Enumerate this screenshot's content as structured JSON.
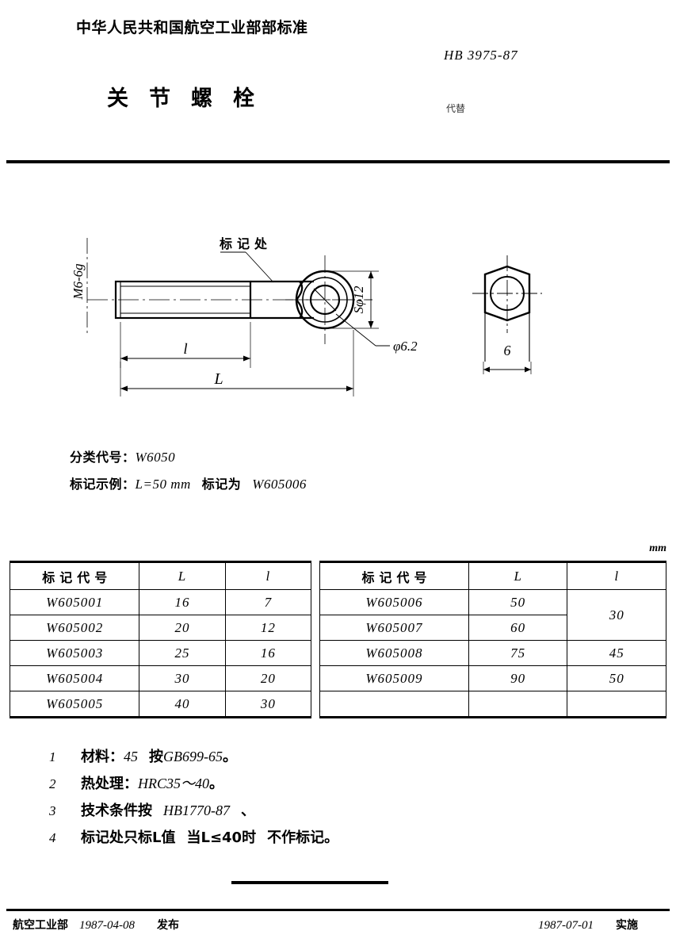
{
  "header": {
    "organization": "中华人民共和国航空工业部部标准",
    "standard_number": "HB 3975-87",
    "title": "关节螺栓",
    "replaces_label": "代替"
  },
  "drawing": {
    "thread_label": "M6-6g",
    "marking_callout": "标记处",
    "sphere_dim": "Sφ12",
    "bore_dim": "φ6.2",
    "thread_length_label": "l",
    "total_length_label": "L",
    "side_width_dim": "6"
  },
  "designation": {
    "classification_line_label": "分类代号：",
    "classification_code": "W6050",
    "marking_example_label": "标记示例：",
    "marking_example_value": "L=50 mm",
    "marking_example_mid": "标记为",
    "marking_example_code": "W605006"
  },
  "table": {
    "unit": "mm",
    "headers": [
      "标记代号",
      "L",
      "l"
    ],
    "left_rows": [
      {
        "code": "W605001",
        "L": "16",
        "l": "7"
      },
      {
        "code": "W605002",
        "L": "20",
        "l": "12"
      },
      {
        "code": "W605003",
        "L": "25",
        "l": "16"
      },
      {
        "code": "W605004",
        "L": "30",
        "l": "20"
      },
      {
        "code": "W605005",
        "L": "40",
        "l": "30"
      }
    ],
    "right_rows": [
      {
        "code": "W605006",
        "L": "50",
        "l": "30",
        "l_merged": true,
        "l_rowspan": 2
      },
      {
        "code": "W605007",
        "L": "60",
        "l": ""
      },
      {
        "code": "W605008",
        "L": "75",
        "l": "45"
      },
      {
        "code": "W605009",
        "L": "90",
        "l": "50"
      },
      {
        "code": "",
        "L": "",
        "l": ""
      }
    ]
  },
  "notes": [
    {
      "index": "1",
      "label": "材料：",
      "value": "45",
      "suffix_label": "按",
      "suffix_value": "GB699-65",
      "end": "。"
    },
    {
      "index": "2",
      "label": "热处理：",
      "value": "HRC35～40",
      "end": "。"
    },
    {
      "index": "3",
      "label": "技术条件按",
      "value": "HB1770-87",
      "end": "、"
    },
    {
      "index": "4",
      "label": "标记处只标L值",
      "value": "当L≤40时",
      "suffix_label": "不作标记",
      "end": "。"
    }
  ],
  "footer": {
    "issuer": "航空工业部",
    "issue_date": "1987-04-08",
    "issue_word": "发布",
    "effective_date": "1987-07-01",
    "effective_word": "实施"
  }
}
